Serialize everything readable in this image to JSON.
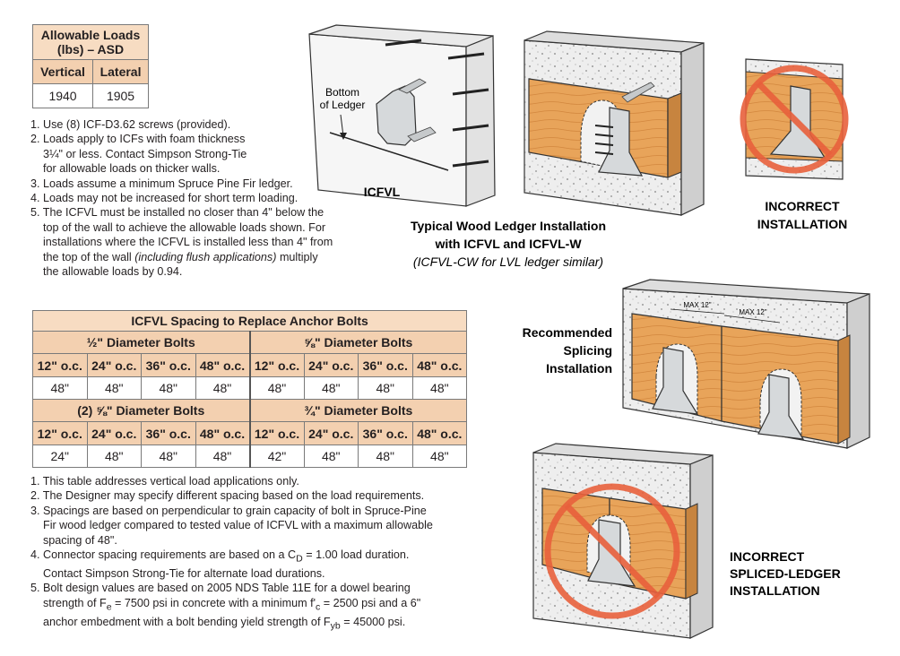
{
  "loads_table": {
    "title": "Allowable Loads (lbs) – ASD",
    "headers": [
      "Vertical",
      "Lateral"
    ],
    "values": [
      "1940",
      "1905"
    ]
  },
  "load_notes": [
    "1. Use (8) ICF-D3.62 screws (provided).",
    "2. Loads apply to ICFs with foam thickness",
    "3¼\" or less. Contact Simpson Strong-Tie",
    "for allowable loads on thicker walls.",
    "3. Loads assume a minimum Spruce Pine Fir ledger.",
    "4. Loads may not be increased for short term loading.",
    "5. The ICFVL must be installed no closer than 4\" below the",
    "top of the wall to achieve the allowable loads shown. For",
    "installations where the ICFVL is installed less than 4\" from",
    "the top of the wall",
    "(including flush applications)",
    "multiply",
    "the allowable loads by 0.94."
  ],
  "spacing_table": {
    "title": "ICFVL Spacing to Replace Anchor Bolts",
    "groups": [
      "½\" Diameter Bolts",
      "⅝\" Diameter Bolts",
      "(2) ⅝\" Diameter Bolts",
      "¾\" Diameter Bolts"
    ],
    "spacings": [
      "12\" o.c.",
      "24\" o.c.",
      "36\" o.c.",
      "48\" o.c."
    ],
    "row1_values": [
      "48\"",
      "48\"",
      "48\"",
      "48\"",
      "48\"",
      "48\"",
      "48\"",
      "48\""
    ],
    "row2_values": [
      "24\"",
      "48\"",
      "48\"",
      "48\"",
      "42\"",
      "48\"",
      "48\"",
      "48\""
    ]
  },
  "spacing_notes": [
    "1. This table addresses vertical load applications only.",
    "2. The Designer may specify different spacing based on the load requirements.",
    "3. Spacings are based on perpendicular to grain capacity of bolt in Spruce-Pine",
    "Fir wood ledger compared to tested value of ICFVL with a maximum allowable",
    "spacing of 48\".",
    "4. Connector spacing requirements are based on a C",
    "D",
    " = 1.00 load duration.",
    "Contact Simpson Strong-Tie for alternate load durations.",
    "5. Bolt design values are based on 2005 NDS Table 11E for a dowel bearing",
    "strength of F",
    "e",
    " = 7500 psi in concrete with a minimum f'",
    "c",
    " = 2500 psi and a 6\"",
    "anchor embedment with a bolt bending yield strength of F",
    "yb",
    " = 45000 psi."
  ],
  "figures": {
    "icfvl_label": "ICFVL",
    "bottom_of_ledger": [
      "Bottom",
      "of Ledger"
    ],
    "typical_caption": [
      "Typical Wood Ledger Installation",
      "with ICFVL and ICFVL-W",
      "(ICFVL-CW for LVL ledger similar)"
    ],
    "incorrect": [
      "INCORRECT",
      "INSTALLATION"
    ],
    "recommended": [
      "Recommended",
      "Splicing",
      "Installation"
    ],
    "max_label": "MAX 12\"",
    "incorrect_spliced": [
      "INCORRECT",
      "SPLICED-LEDGER",
      "INSTALLATION"
    ]
  },
  "colors": {
    "table_header": "#f7dcc2",
    "wood": "#e8a45a",
    "steel": "#cfd3d6",
    "prohibit": "#e8603c"
  }
}
